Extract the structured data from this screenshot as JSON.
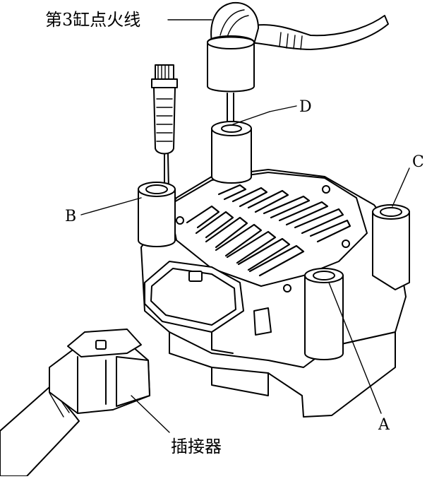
{
  "labels": {
    "spark_plug_wire": "第3缸点火线",
    "connector": "插接器",
    "a": "A",
    "b": "B",
    "c": "C",
    "d": "D"
  },
  "icons": {
    "coil_pack": "ignition-coil-icon",
    "spark_wire": "spark-plug-wire-icon",
    "probe": "test-probe-icon",
    "plug": "electrical-connector-icon"
  }
}
